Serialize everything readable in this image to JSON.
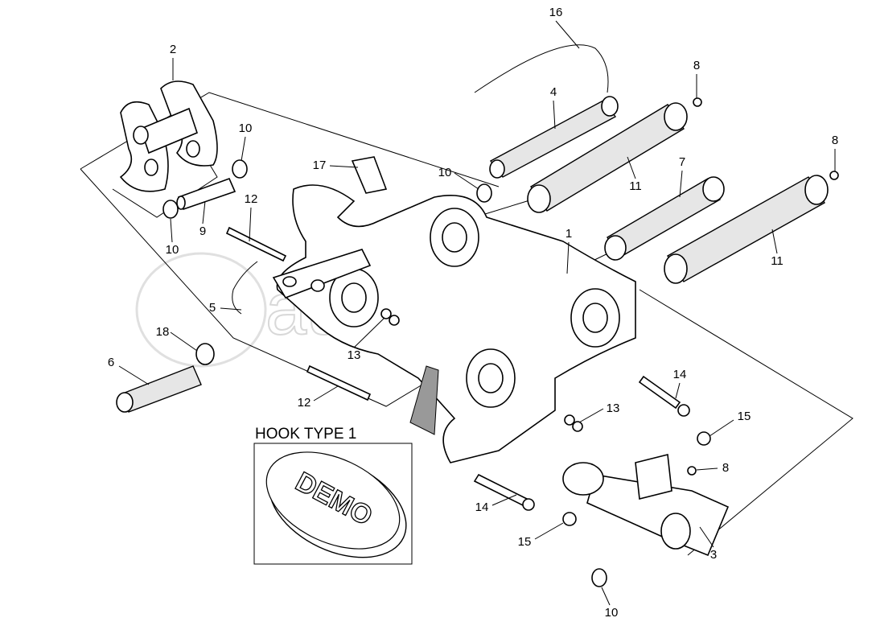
{
  "diagram_title": "HOOK TYPE 1",
  "watermark": "autopiter.ru",
  "logo_text": "DEMO",
  "callouts": [
    "16",
    "2",
    "8",
    "4",
    "10",
    "8",
    "17",
    "10",
    "7",
    "11",
    "12",
    "9",
    "10",
    "1",
    "11",
    "5",
    "18",
    "13",
    "6",
    "14",
    "12",
    "13",
    "15",
    "8",
    "14",
    "3",
    "15",
    "10"
  ]
}
